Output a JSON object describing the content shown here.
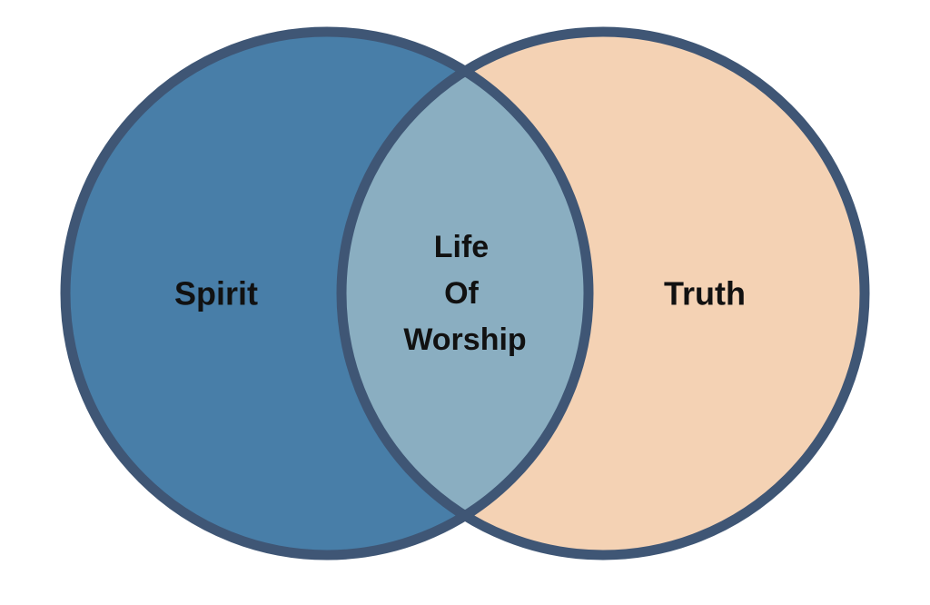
{
  "venn": {
    "sets": [
      {
        "id": "left",
        "label": "Spirit",
        "fill": "#487ea8"
      },
      {
        "id": "right",
        "label": "Truth",
        "fill": "#f4d2b4"
      }
    ],
    "intersection": {
      "label_lines": [
        "Life",
        "Of",
        "Worship"
      ],
      "fill": "#8aaec1"
    },
    "outline_color": "#3f5675",
    "background": "#ffffff"
  }
}
